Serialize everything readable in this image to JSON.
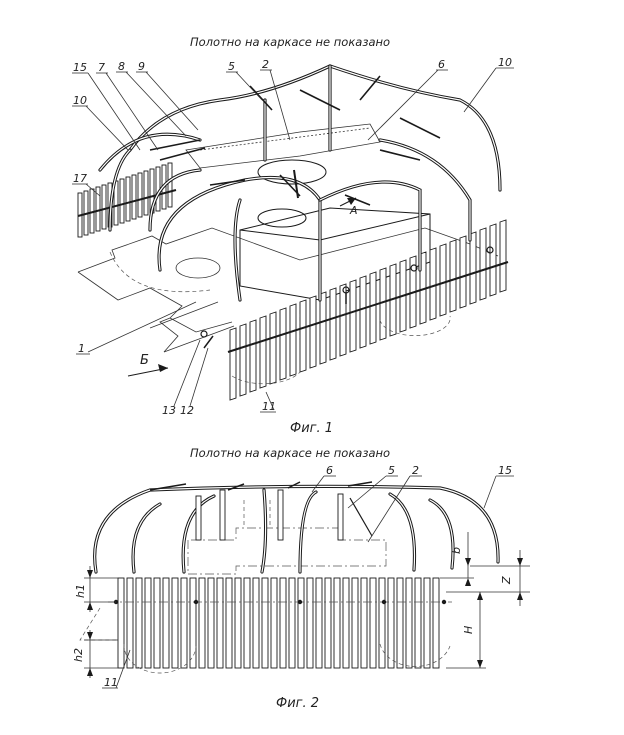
{
  "figure1": {
    "caption_top": "Полотно на каркасе не показано",
    "fig_label": "Фиг. 1",
    "view_label": "Б",
    "arrow_label": "A",
    "callouts": [
      "15",
      "7",
      "8",
      "9",
      "5",
      "2",
      "6",
      "10",
      "10",
      "17",
      "1",
      "13",
      "12",
      "11"
    ]
  },
  "figure2": {
    "caption_top": "Полотно на каркасе не показано",
    "fig_label": "Фиг. 2",
    "callouts": [
      "6",
      "5",
      "2",
      "15",
      "11"
    ],
    "dimensions": [
      "b",
      "Z",
      "h1",
      "H",
      "h2"
    ]
  }
}
